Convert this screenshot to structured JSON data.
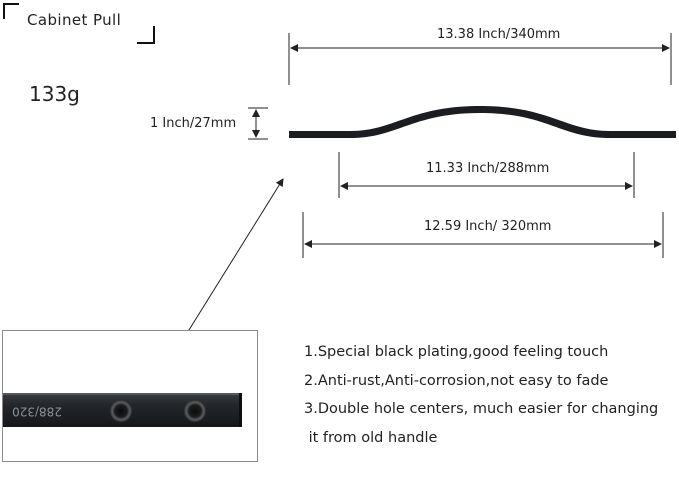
{
  "title": "Cabinet Pull",
  "weight": "133g",
  "dimensions": {
    "overall_length": "13.38 Inch/340mm",
    "height": "1 Inch/27mm",
    "inner_span": "11.33 Inch/288mm",
    "outer_span": "12.59 Inch/ 320mm"
  },
  "detail_photo": {
    "engraving": "288/320"
  },
  "features": [
    "1.Special black plating,good feeling touch",
    "2.Anti-rust,Anti-corrosion,not easy to fade",
    "3.Double hole centers, much easier for changing",
    " it from old handle"
  ],
  "colors": {
    "handle": "#1b1d20",
    "dimension_line": "#222222"
  }
}
